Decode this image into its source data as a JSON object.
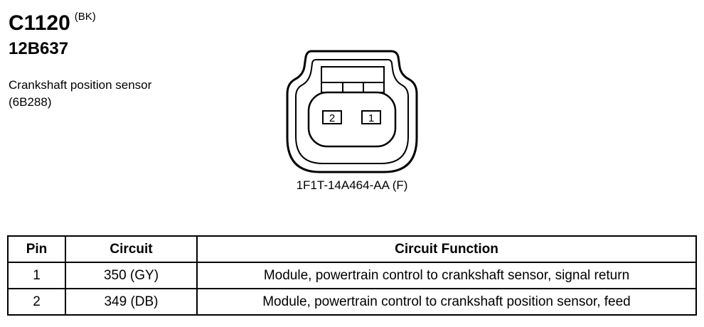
{
  "header": {
    "connector_id": "C1120",
    "connector_color": "(BK)",
    "part_number": "12B637",
    "component_name": "Crankshaft position sensor",
    "component_number": "(6B288)"
  },
  "connector": {
    "pin_labels": [
      "2",
      "1"
    ],
    "part_number": "1F1T-14A464-AA (F)"
  },
  "table": {
    "headers": [
      "Pin",
      "Circuit",
      "Circuit Function"
    ],
    "rows": [
      {
        "pin": "1",
        "circuit": "350 (GY)",
        "function": "Module, powertrain control to crankshaft sensor, signal return"
      },
      {
        "pin": "2",
        "circuit": "349 (DB)",
        "function": "Module, powertrain control to crankshaft position sensor, feed"
      }
    ]
  }
}
